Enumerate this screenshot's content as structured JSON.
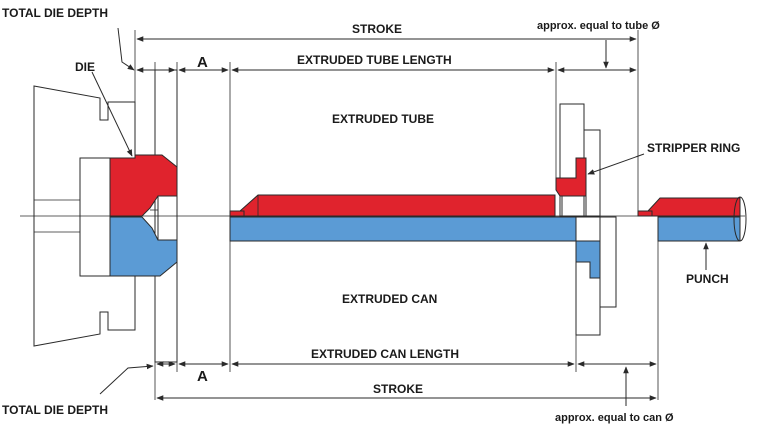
{
  "colors": {
    "tube_red": "#e0232d",
    "can_blue": "#5b9bd5",
    "outline": "#2a2a2a",
    "background": "#ffffff"
  },
  "labels": {
    "total_die_depth_top": "TOTAL DIE DEPTH",
    "total_die_depth_bottom": "TOTAL DIE DEPTH",
    "die": "DIE",
    "stroke_top": "STROKE",
    "stroke_bottom": "STROKE",
    "approx_tube": "approx. equal to tube Ø",
    "approx_can": "approx. equal to can Ø",
    "a_top": "A",
    "a_bottom": "A",
    "extruded_tube_length": "EXTRUDED TUBE LENGTH",
    "extruded_can_length": "EXTRUDED CAN LENGTH",
    "extruded_tube": "EXTRUDED TUBE",
    "extruded_can": "EXTRUDED CAN",
    "stripper_ring": "STRIPPER RING",
    "punch": "PUNCH"
  }
}
